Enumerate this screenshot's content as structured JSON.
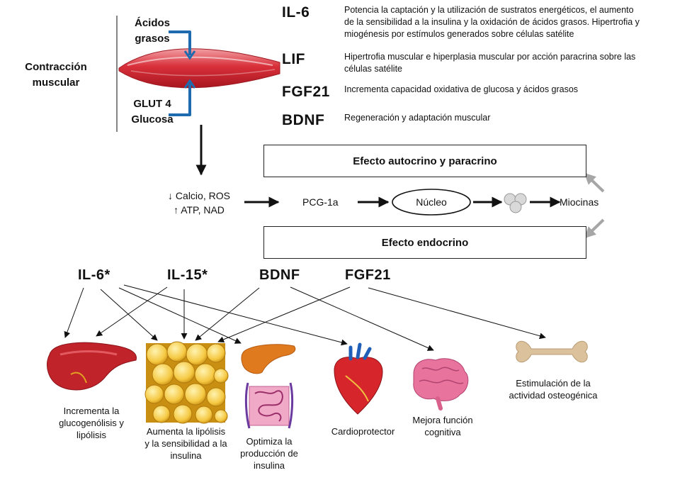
{
  "top": {
    "contraction": [
      "Contracción",
      "muscular"
    ],
    "fatty_acids": [
      "Ácidos",
      "grasos"
    ],
    "glut": [
      "GLUT 4",
      "Glucosa"
    ]
  },
  "myokines": [
    {
      "name": "IL-6",
      "desc": [
        "Potencia la captación y la utilización de sustratos energéticos, el aumento",
        "de la sensibilidad a la insulina y la oxidación de ácidos grasos. Hipertrofia y",
        "miogénesis por estímulos generados sobre células satélite"
      ]
    },
    {
      "name": "LIF",
      "desc": [
        "Hipertrofia muscular e hiperplasia muscular por acción paracrina sobre las",
        "células satélite"
      ]
    },
    {
      "name": "FGF21",
      "desc": [
        "Incrementa capacidad oxidativa de glucosa y ácidos grasos"
      ]
    },
    {
      "name": "BDNF",
      "desc": [
        "Regeneración y adaptación muscular"
      ]
    }
  ],
  "boxes": {
    "autocrine": "Efecto autocrino y paracrino",
    "endocrine": "Efecto endocrino"
  },
  "flow": {
    "signals": [
      "↓ Calcio, ROS",
      "↑ ATP, NAD"
    ],
    "pgc": "PCG-1a",
    "nucleus": "Núcleo",
    "myokines": "Miocinas"
  },
  "targets": [
    "IL-6*",
    "IL-15*",
    "BDNF",
    "FGF21"
  ],
  "effects": {
    "liver": [
      "Incrementa la",
      "glucogenólisis y",
      "lipólisis"
    ],
    "fat": [
      "Aumenta la lipólisis",
      "y la sensibilidad a la",
      "insulina"
    ],
    "pancreas": [
      "Optimiza la",
      "producción de",
      "insulina"
    ],
    "heart": [
      "Cardioprotector"
    ],
    "brain": [
      "Mejora función",
      "cognitiva"
    ],
    "bone": [
      "Estimulación de la",
      "actividad osteogénica"
    ]
  },
  "colors": {
    "muscle": "#d9303a",
    "bracket": "#1f6bb0",
    "liver": "#c0232a",
    "fat": "#f2c94c",
    "brain": "#e8739c",
    "bone": "#dcc29c",
    "gray_arrow": "#a6a6a6"
  }
}
